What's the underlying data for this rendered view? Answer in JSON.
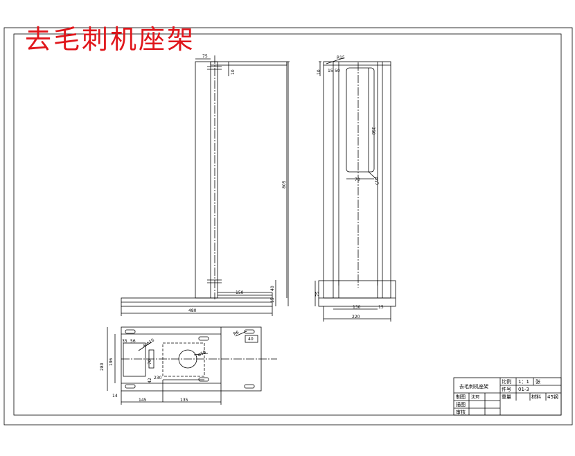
{
  "drawing": {
    "title": "去毛刺机座架",
    "accent_color": "#e0161b",
    "line_color": "#000000"
  },
  "front_view": {
    "dims": {
      "top_offset": "75",
      "top_gap": "10",
      "height": "805",
      "base_length": "480",
      "base_step": "150",
      "base_height": "40",
      "base_thick": "15"
    }
  },
  "side_view": {
    "dims": {
      "top_height": "10",
      "inner_a": "15",
      "inner_b": "50",
      "radius_top": "R15",
      "slot_length": "350",
      "slot_width": "70",
      "radius_bottom": "R15",
      "foot_height": "75",
      "inner_width": "130",
      "edge": "15",
      "total_width": "220"
    }
  },
  "top_view": {
    "dims": {
      "width": "280",
      "inner_width": "196",
      "offset_a": "35",
      "offset_b": "56",
      "hole_spec": "4-Φ16",
      "inner_h": "70",
      "diameter": "Φ56",
      "inner_w": "230",
      "small": "42",
      "corner": "R6",
      "right_w": "40",
      "margin": "14",
      "dist_a": "145",
      "dist_b": "135"
    }
  },
  "title_block": {
    "part_name": "去毛刺机座架",
    "scale_label": "比例",
    "scale_value": "1：1",
    "sheet_label": "张",
    "number_label": "件号",
    "number_value": "01-3",
    "weight_label": "重量",
    "material_label": "材料",
    "material_value": "45钢",
    "draw_label": "制图",
    "draw_value": "沈珂",
    "check_label": "描图",
    "review_label": "审核"
  }
}
